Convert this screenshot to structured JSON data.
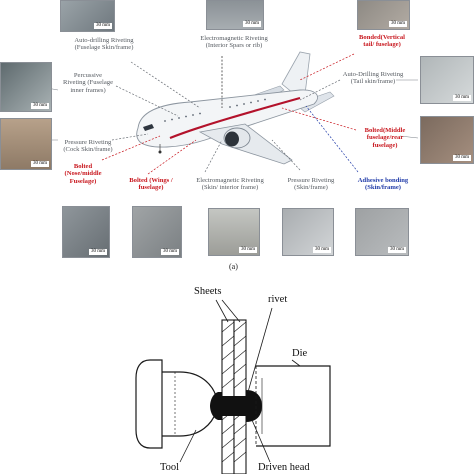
{
  "figure": {
    "caption": "(a)",
    "scale_label": "30 mm",
    "labels": {
      "fuselage_skin": "Auto-drilling Riveting\n(Fuselage Skin/frame)",
      "interior_spars": "Electromagnetic Riveting\n(Interior Spars or rib)",
      "vertical_tail": "Bonded(Vertical\ntail/ fuselage)",
      "inner_frames": "Percussive\nRiveting (Fuselage\ninner frames)",
      "tail_skin": "Auto-Drilling Riveting\n(Tail skin/frame)",
      "cock_skin": "Pressure Riveting\n(Cock Skin/frame)",
      "middle_rear": "Bolted(Middle\nfuselage/rear\nfuselage)",
      "nose_middle": "Bolted\n(Nose/middle\nFuselage)",
      "wings": "Bolted (Wings /\nfuselage)",
      "skin_interior": "Electromagnetic Riveting\n(Skin/ interior frame)",
      "pressure_skin": "Pressure Riveting\n(Skin/frame)",
      "adhesive": "Adhesive bonding\n(Skin/frame)"
    }
  },
  "diagram_b": {
    "sheets": "Sheets",
    "rivet": "rivet",
    "die": "Die",
    "tool": "Tool",
    "driven_head": "Driven head"
  },
  "colors": {
    "gray_label": "#555a60",
    "red_label": "#c8161d",
    "blue_label": "#1f3aa8",
    "plane_livery": "#b3122b"
  }
}
